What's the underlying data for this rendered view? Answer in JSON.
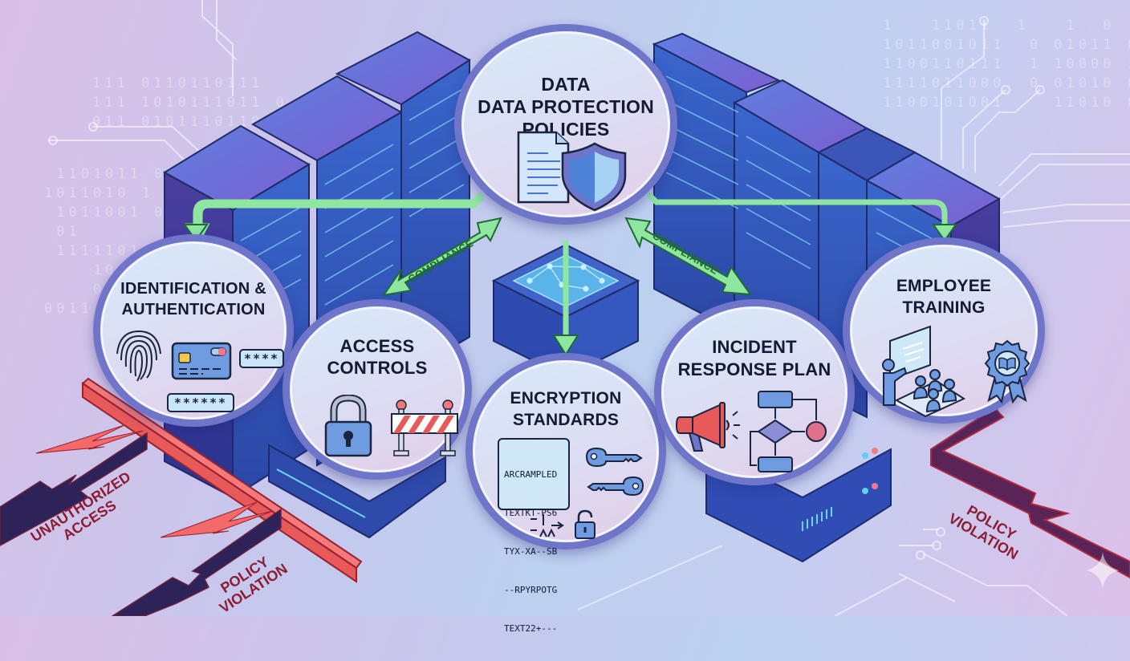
{
  "diagram": {
    "center_node": {
      "title_line1": "DATA",
      "title_line2": "DATA PROTECTION",
      "title_line3": "POLICIES",
      "icons": [
        "document-icon",
        "shield-icon"
      ]
    },
    "nodes": [
      {
        "id": "identification",
        "title_line1": "IDENTIFICATION &",
        "title_line2": "AUTHENTICATION",
        "icons": [
          "fingerprint-icon",
          "id-card-icon",
          "password-field-icon"
        ],
        "password_short": "****",
        "password_long": "******"
      },
      {
        "id": "access-controls",
        "title_line1": "ACCESS",
        "title_line2": "CONTROLS",
        "icons": [
          "padlock-icon",
          "barrier-icon"
        ]
      },
      {
        "id": "encryption",
        "title_line1": "ENCRYPTION",
        "title_line2": "STANDARDS",
        "icons": [
          "ciphertext-icon",
          "key-icon",
          "unlock-icon"
        ],
        "ciphertext": [
          "ARCRAMPLED",
          "TEXTKT-PS6",
          "TYX-XA--SB",
          "--RPYRPOTG",
          "TEXT22+---"
        ]
      },
      {
        "id": "incident-response",
        "title_line1": "INCIDENT",
        "title_line2": "RESPONSE PLAN",
        "icons": [
          "megaphone-icon",
          "flowchart-icon"
        ]
      },
      {
        "id": "employee-training",
        "title_line1": "EMPLOYEE",
        "title_line2": "TRAINING",
        "icons": [
          "presentation-icon",
          "award-badge-icon"
        ]
      }
    ],
    "connectors": {
      "compliance_left": "COMPLIANCE",
      "compliance_right": "COMPLIANCE"
    },
    "threats": {
      "left_1_line1": "UNAUTHORIZED",
      "left_1_line2": "ACCESS",
      "left_2_line1": "POLICY",
      "left_2_line2": "VIOLATION",
      "right_line1": "POLICY",
      "right_line2": "VIOLATION"
    },
    "background": {
      "binary_left": "111 0110110111\n111 1010111011 0\n011 0101110110 1",
      "binary_left2": " 1101011 001\n1011010 1 010\n 1011001 01\n 01\n 1111101 0\n    1010\n    01\n0011\n     1",
      "binary_right": "1   11011  1   1  0  1\n1011001011  0 01011 0\n1100110111  1 10000 1\n1111011000  0 01010 0\n1100101001    11010 0"
    },
    "colors": {
      "accent_green": "#8ee6a0",
      "node_border": "#6f76c9",
      "threat_red": "#f26b6b",
      "threat_dark": "#3a2460",
      "server_blue": "#3f63c9"
    }
  }
}
